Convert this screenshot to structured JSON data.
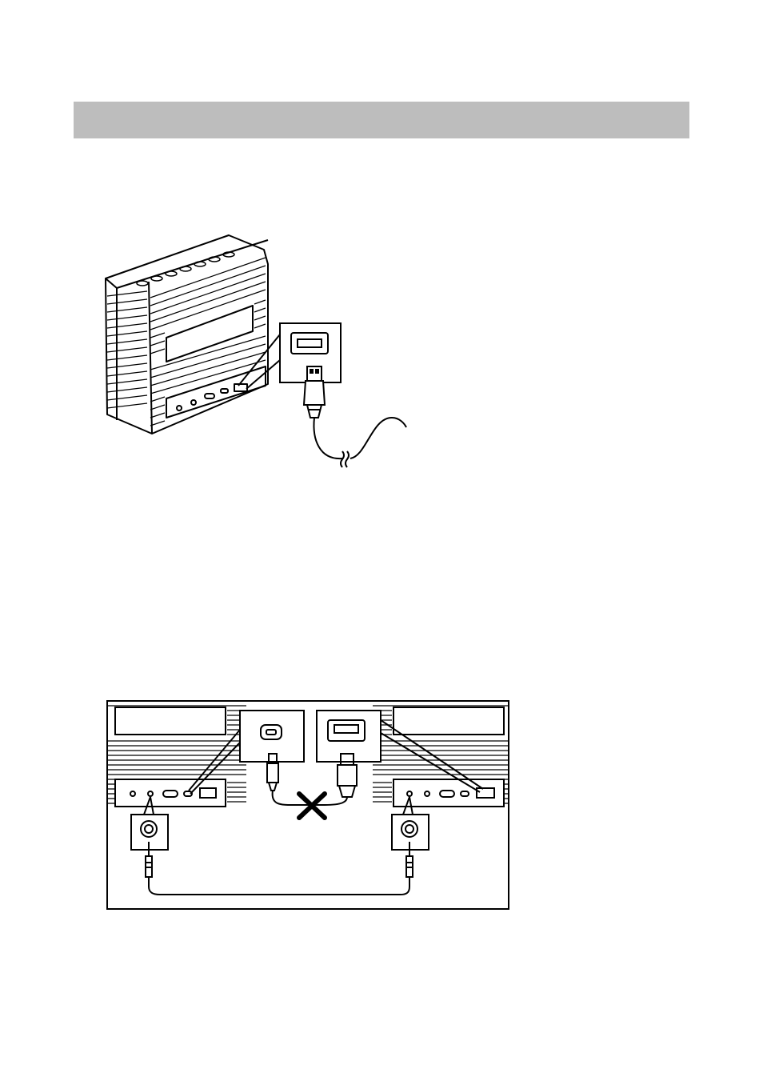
{
  "page": {
    "background": "#ffffff",
    "header_bar_color": "#bdbdbd"
  },
  "figures": {
    "top": {
      "icon": "usb-cable-connection-illustration"
    },
    "bottom": {
      "icon": "dual-speaker-audio-cable-connection-illustration",
      "prohibited_mark": "x-mark"
    }
  },
  "colors": {
    "line": "#000000"
  }
}
